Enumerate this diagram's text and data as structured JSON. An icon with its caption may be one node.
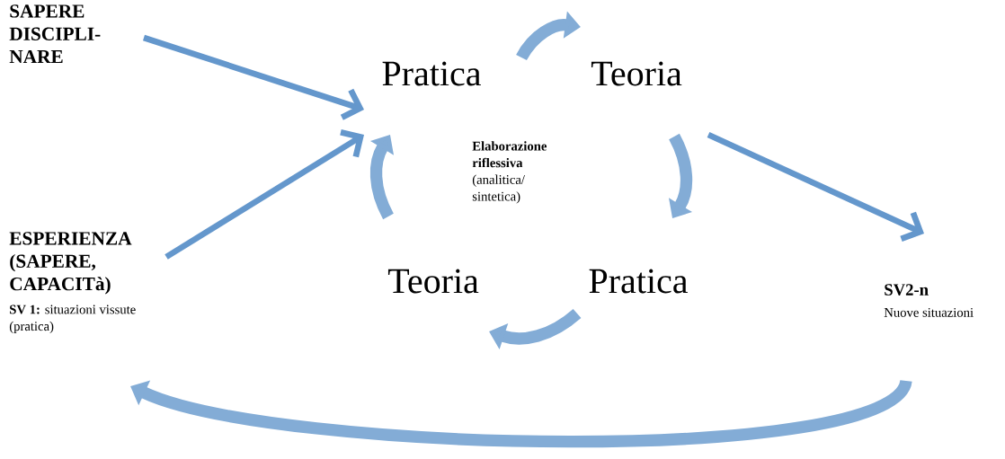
{
  "diagram": {
    "nodes": [
      {
        "text": [
          "SAPERE DISCIPLI- NARE"
        ]
      },
      {
        "text": [
          "Pratica"
        ]
      },
      {
        "text": [
          "Teoria"
        ]
      },
      {
        "text": [
          "Pratica"
        ]
      },
      {
        "text": [
          "Teoria"
        ]
      },
      {
        "text": [
          "ESPERIENZA (SAPERE, CAPACITà)",
          "**SV 1:** situazioni vissute (pratica)"
        ]
      },
      {
        "text": [
          "SV2-n",
          "Nuove situazioni"
        ]
      }
    ],
    "edges": [
      {
        "from": 0,
        "to": 1,
        "arrow": "to"
      },
      {
        "from": 5,
        "to": 1,
        "arrow": "to"
      },
      {
        "from": 1,
        "to": 2,
        "arrow": "to"
      },
      {
        "from": 2,
        "to": 3,
        "arrow": "to"
      },
      {
        "from": 3,
        "to": 4,
        "arrow": "to"
      },
      {
        "from": 4,
        "to": 1,
        "arrow": "to"
      },
      {
        "from": 2,
        "to": 6,
        "arrow": "to"
      },
      {
        "from": 6,
        "to": 5,
        "arrow": "to"
      }
    ],
    "labels": [
      "**Elaborazione riflessiva** (analitica/ sintetica)"
    ]
  }
}
